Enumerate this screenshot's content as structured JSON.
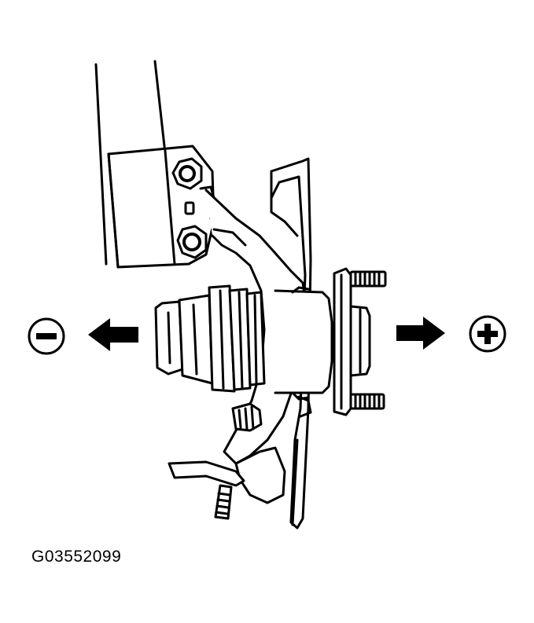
{
  "figure": {
    "code": "G03552099"
  },
  "indicators": {
    "negative": {
      "symbol": "minus-sign",
      "arrow_direction": "left"
    },
    "positive": {
      "symbol": "plus-sign",
      "arrow_direction": "right"
    }
  },
  "colors": {
    "ink": "#000000",
    "paper": "#ffffff"
  }
}
